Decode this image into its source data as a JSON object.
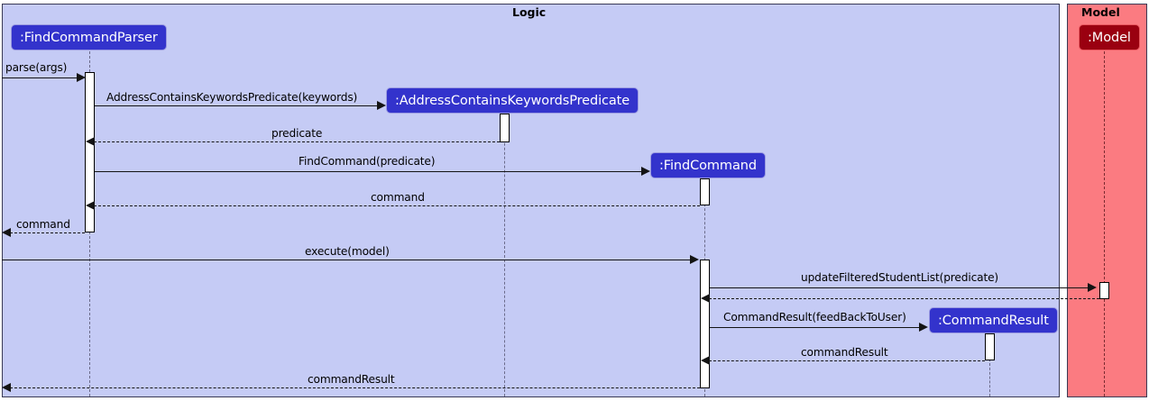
{
  "diagram": {
    "type": "uml-sequence-diagram",
    "title_visible": false
  },
  "frames": [
    {
      "id": "logic",
      "label": "Logic",
      "color": "#c5cbf5"
    },
    {
      "id": "model",
      "label": "Model",
      "color": "#fb7b81"
    }
  ],
  "participants": [
    {
      "id": "findcommandparser",
      "label": ":FindCommandParser",
      "color": "#3333cc"
    },
    {
      "id": "addresscontainskeywordspredicate",
      "label": ":AddressContainsKeywordsPredicate",
      "color": "#3333cc"
    },
    {
      "id": "findcommand",
      "label": ":FindCommand",
      "color": "#3333cc"
    },
    {
      "id": "commandresult",
      "label": ":CommandResult",
      "color": "#3333cc"
    },
    {
      "id": "model",
      "label": ":Model",
      "color": "#9a0010"
    }
  ],
  "messages": [
    {
      "id": "m1",
      "label": "parse(args)",
      "kind": "call"
    },
    {
      "id": "m2",
      "label": "AddressContainsKeywordsPredicate(keywords)",
      "kind": "call"
    },
    {
      "id": "m3",
      "label": "predicate",
      "kind": "return"
    },
    {
      "id": "m4",
      "label": "FindCommand(predicate)",
      "kind": "call"
    },
    {
      "id": "m5",
      "label": "command",
      "kind": "return"
    },
    {
      "id": "m6",
      "label": "command",
      "kind": "return"
    },
    {
      "id": "m7",
      "label": "execute(model)",
      "kind": "call"
    },
    {
      "id": "m8",
      "label": "updateFilteredStudentList(predicate)",
      "kind": "call"
    },
    {
      "id": "m9",
      "label": "",
      "kind": "return"
    },
    {
      "id": "m10",
      "label": "CommandResult(feedBackToUser)",
      "kind": "call"
    },
    {
      "id": "m11",
      "label": "commandResult",
      "kind": "return"
    },
    {
      "id": "m12",
      "label": "commandResult",
      "kind": "return"
    }
  ]
}
